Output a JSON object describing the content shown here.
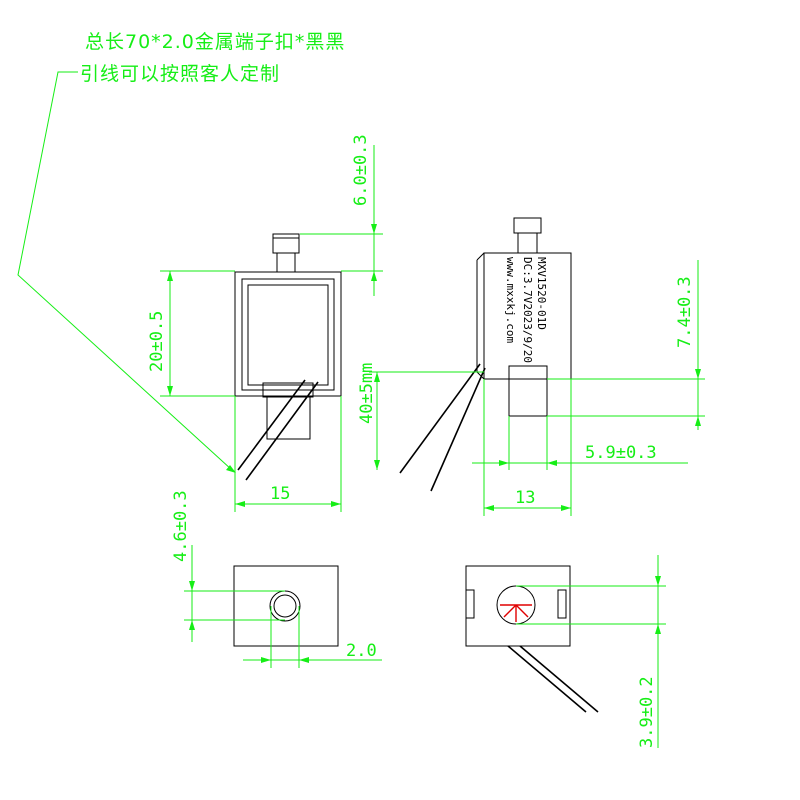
{
  "colors": {
    "dimension": "#16ee16",
    "outline": "#000000",
    "pin_mark": "#e00000"
  },
  "note": {
    "line1": "总长70*2.0金属端子扣*黑黑",
    "line2": "引线可以按照客人定制"
  },
  "dimensions": {
    "plunger_height": "6.0±0.3",
    "body_height": "20±0.5",
    "body_width": "15",
    "lead_length": "40±5mm",
    "side_height": "7.4±0.3",
    "side_offset": "5.9±0.3",
    "side_width": "13",
    "hole_height": "4.6±0.3",
    "hole_diameter": "2.0",
    "cross_height": "3.9±0.2"
  },
  "label": {
    "model": "MXV1520-01D",
    "rating": "DC:3.7V2023/9/20",
    "website": "www.mxxkj.com"
  }
}
